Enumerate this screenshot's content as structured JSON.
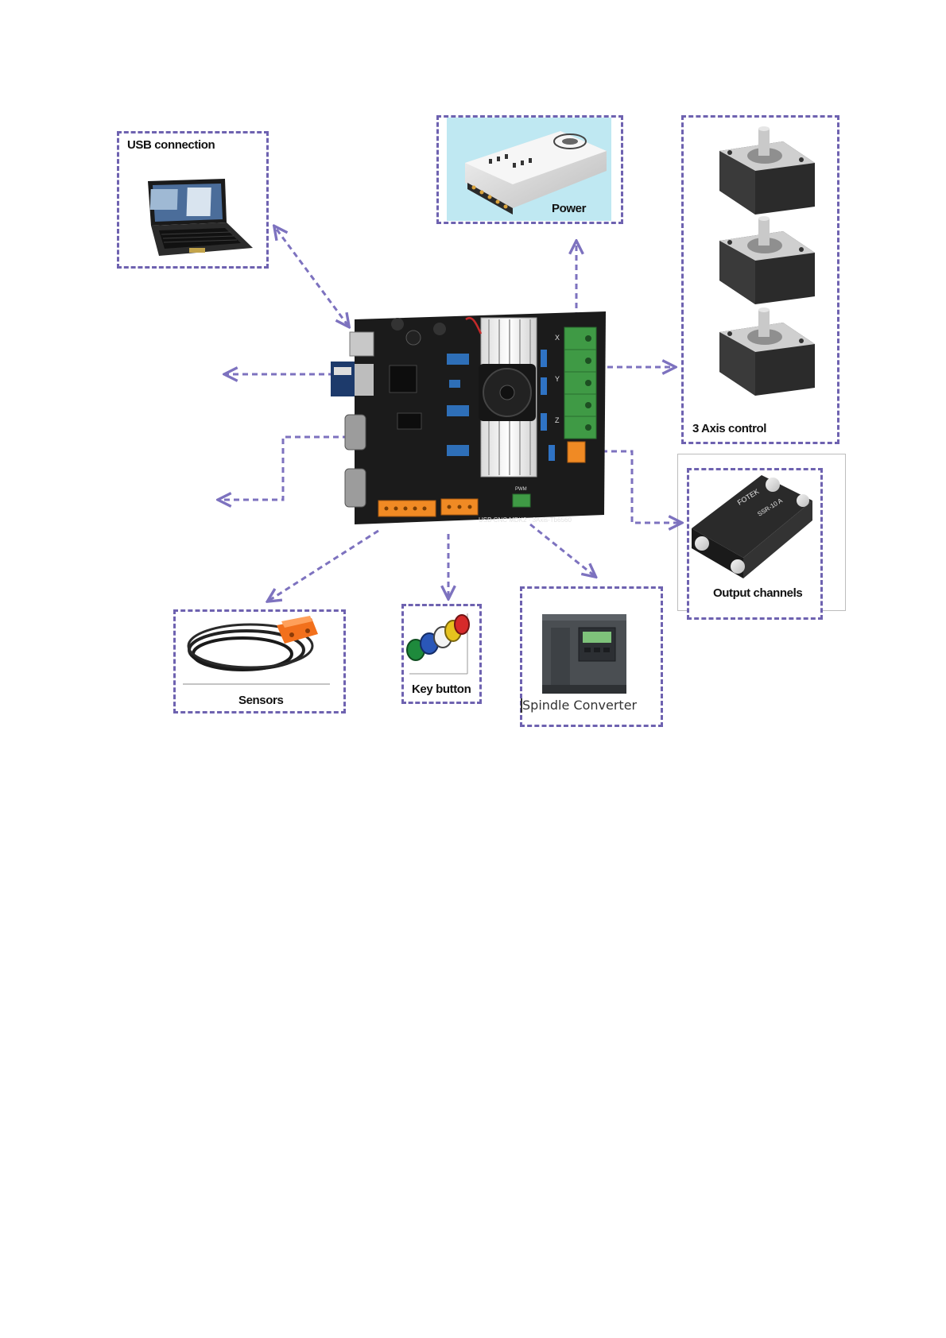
{
  "labels": {
    "usb": "USB connection",
    "power": "Power",
    "axis": "3 Axis control",
    "output": "Output channels",
    "sensors": "Sensors",
    "key": "Key button",
    "spindle": "Spindle Converter"
  },
  "board_text": {
    "silk": "USB CNC MDK2 · 3Axis-Tb6560",
    "pwm": "PWM",
    "axis_x": "X",
    "axis_y": "Y",
    "axis_z": "Z"
  },
  "relay_text": {
    "brand": "FOTEK",
    "model": "SSR-10 A"
  },
  "colors": {
    "dash": "#6e62b0",
    "arrow": "#7d72bf",
    "pcb": "#1b1b1b",
    "terminal_green": "#3f9a45",
    "terminal_orange": "#f08a24"
  }
}
